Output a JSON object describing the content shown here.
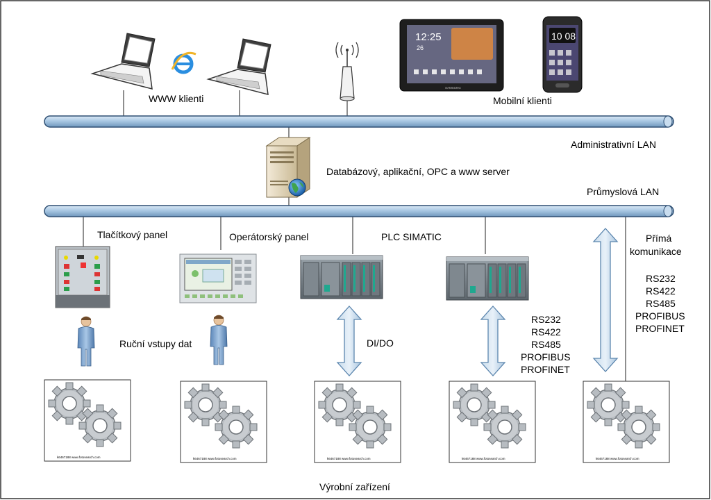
{
  "labels": {
    "www_clients": "WWW klienti",
    "mobile_clients": "Mobilní klienti",
    "admin_lan": "Administrativní LAN",
    "server": "Databázový, aplikační, OPC a www server",
    "industrial_lan": "Průmyslová LAN",
    "button_panel": "Tlačítkový panel",
    "operator_panel": "Operátorský panel",
    "plc": "PLC SIMATIC",
    "direct_comm_1": "Přímá",
    "direct_comm_2": "komunikace",
    "manual_input": "Ruční vstupy dat",
    "dido": "DI/DO",
    "production": "Výrobní zařízení"
  },
  "protocols_a": [
    "RS232",
    "RS422",
    "RS485",
    "PROFIBUS",
    "PROFINET"
  ],
  "protocols_b": [
    "RS232",
    "RS422",
    "RS485",
    "PROFIBUS",
    "PROFINET"
  ],
  "device_screens": {
    "tablet_time": "12:25",
    "tablet_date": "26",
    "tablet_brand": "SAMSUNG",
    "phone_time": "10 08"
  },
  "gear_caption": "k6467188 www.fotosearch.com"
}
